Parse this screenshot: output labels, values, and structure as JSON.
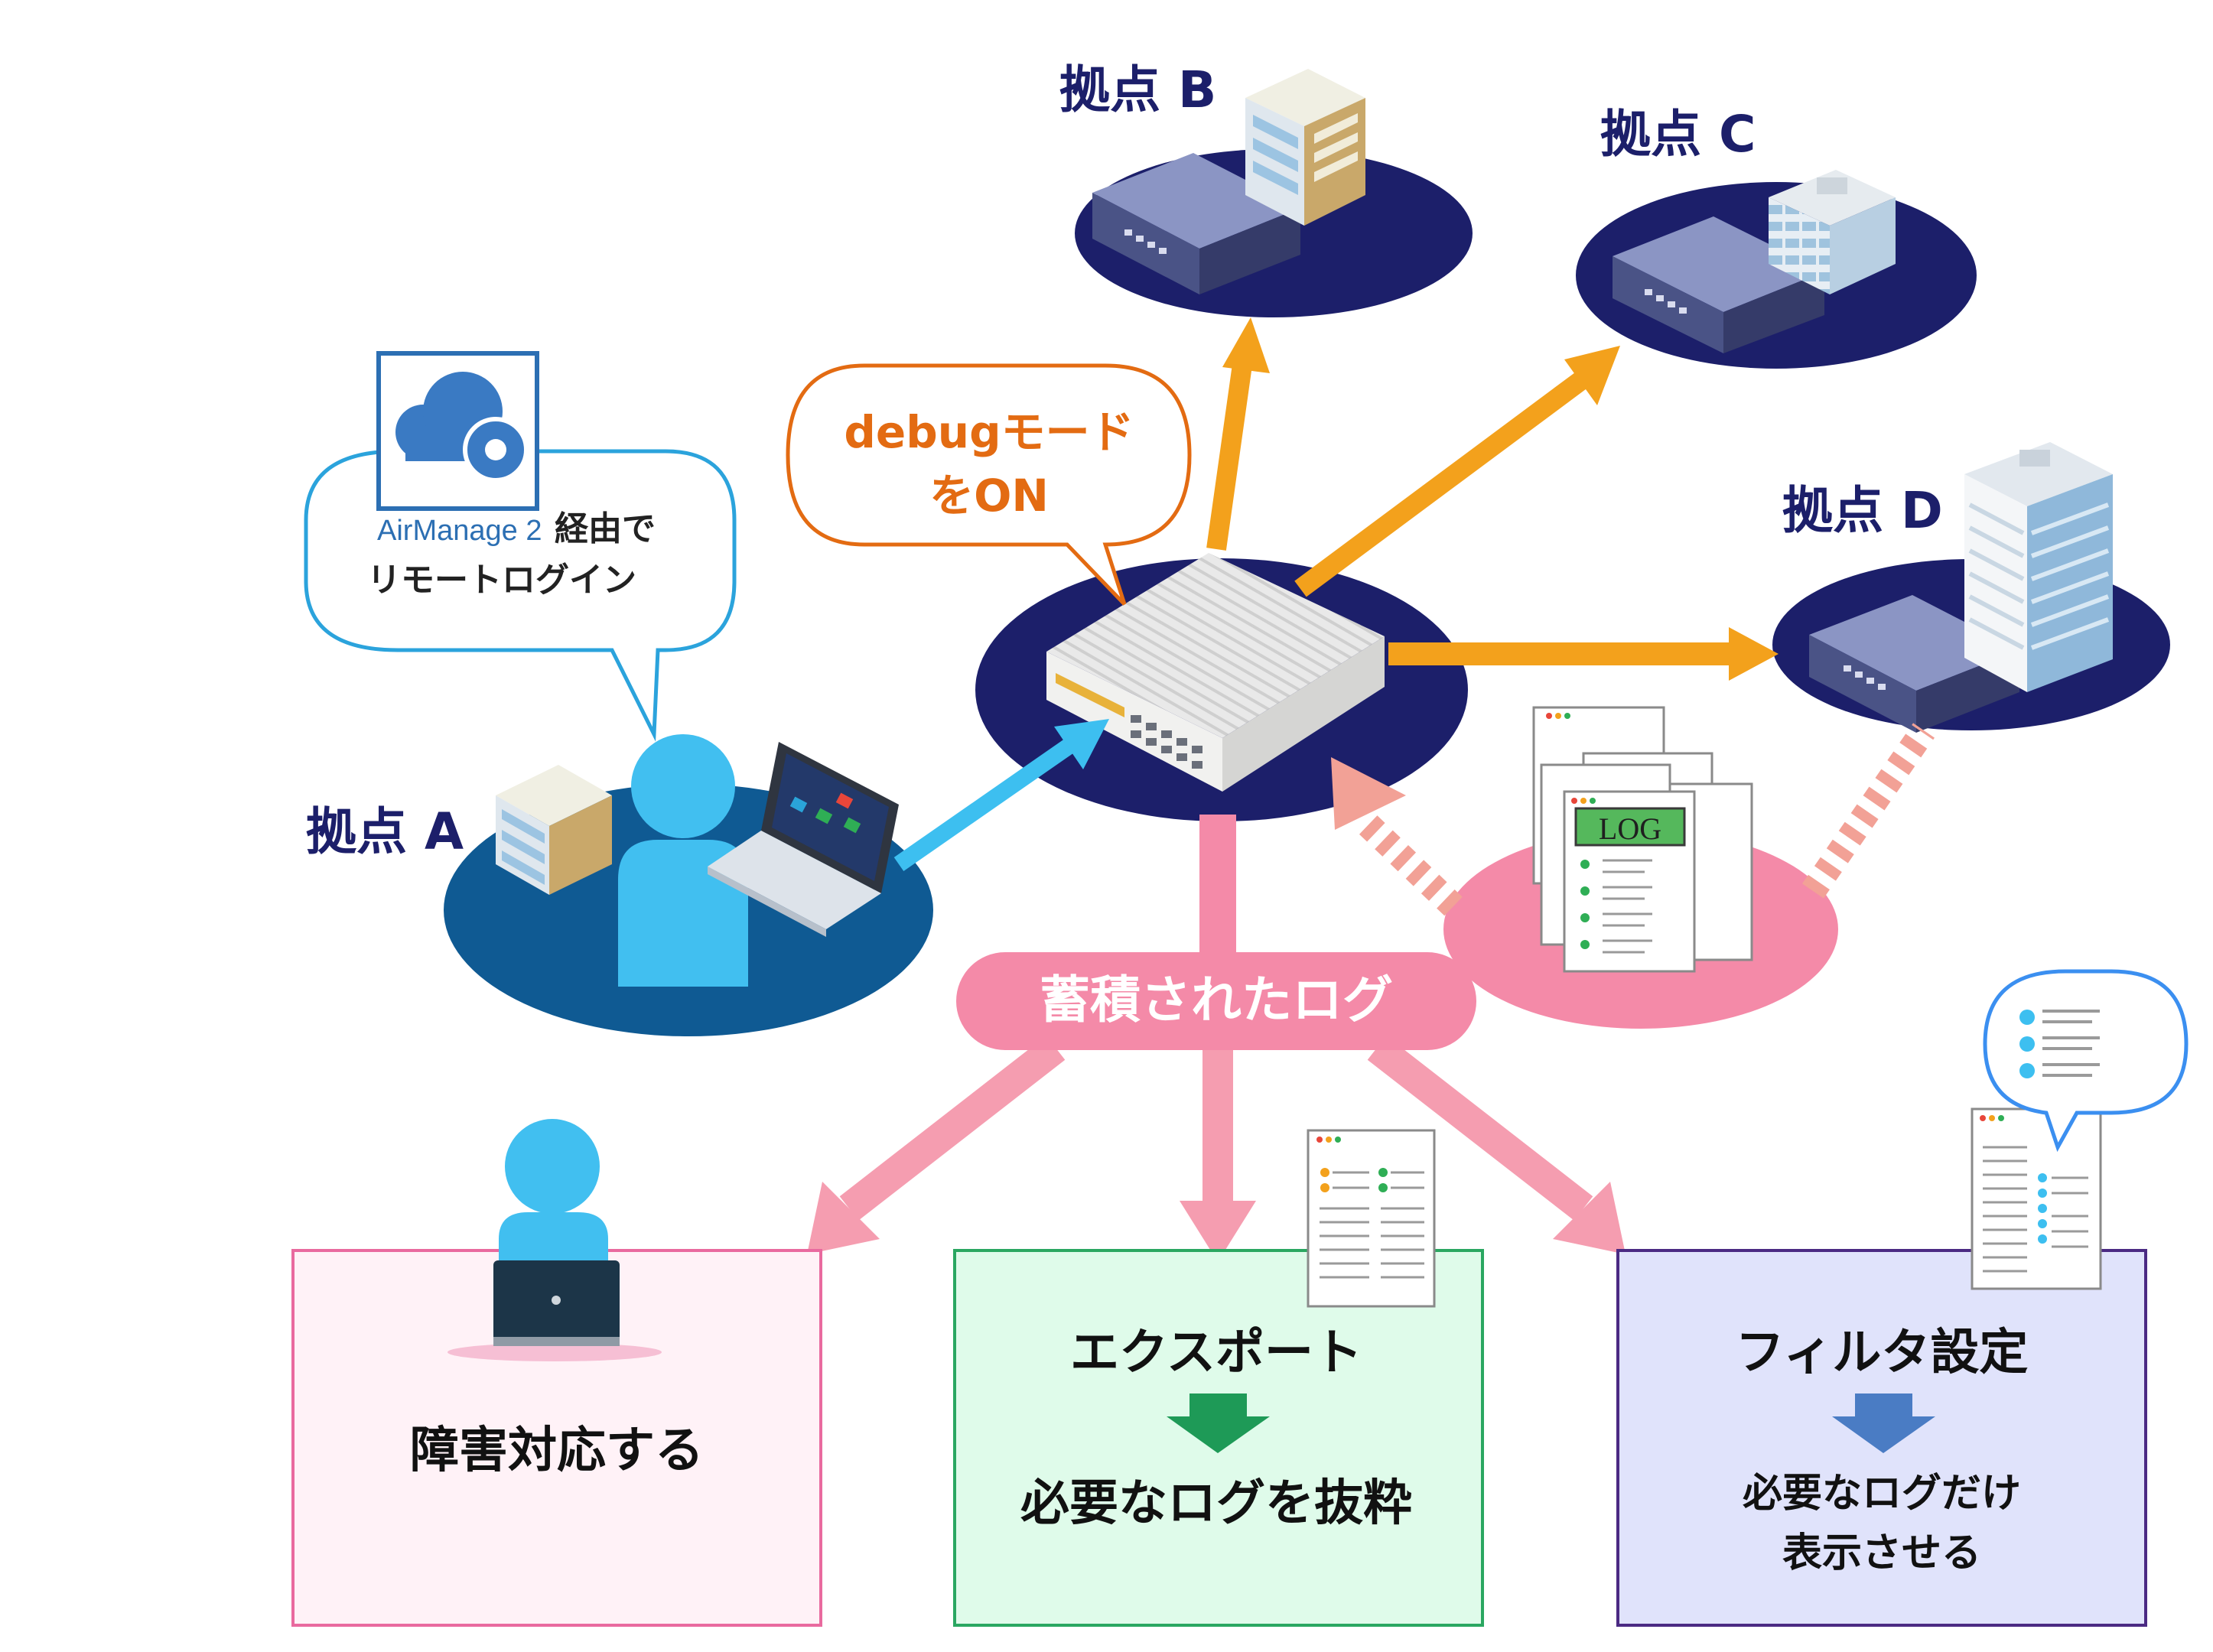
{
  "sites": {
    "a": "拠点 A",
    "b": "拠点 B",
    "c": "拠点 C",
    "d": "拠点 D"
  },
  "remote_bubble": {
    "app_name": "AirManage 2",
    "line1": "経由で",
    "line2": "リモートログイン"
  },
  "debug_bubble": {
    "line1": "debugモード",
    "line2": "をON"
  },
  "log_doc_label": "LOG",
  "accumulated_logs": "蓄積されたログ",
  "boxes": {
    "incident": {
      "label": "障害対応する"
    },
    "export": {
      "title": "エクスポート",
      "result": "必要なログを抜粋"
    },
    "filter": {
      "title": "フィルタ設定",
      "result_line1": "必要なログだけ",
      "result_line2": "表示させる"
    }
  },
  "colors": {
    "navy": "#1c1f6a",
    "site_a_blue": "#0f5a93",
    "orange_arrow": "#f3a11c",
    "debug_orange": "#e36b12",
    "sky_blue": "#3dbff0",
    "pink": "#f48aa8",
    "salmon_dash": "#f2a196",
    "incident_border": "#e96a9f",
    "export_border": "#2aa761",
    "filter_border": "#4b2a83",
    "green_arrow": "#1e9a57",
    "blue_arrow": "#4a7cc4"
  }
}
